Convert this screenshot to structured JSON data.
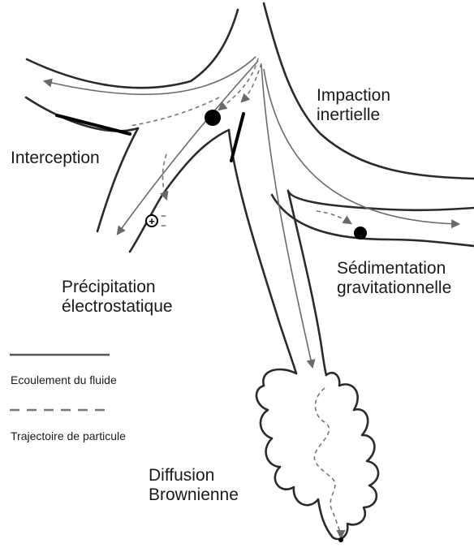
{
  "labels": {
    "impaction": [
      "Impaction",
      "inertielle"
    ],
    "interception": "Interception",
    "sedimentation": [
      "Sédimentation",
      "gravitationnelle"
    ],
    "precipitation": [
      "Précipitation",
      "électrostatique"
    ],
    "diffusion": [
      "Diffusion",
      "Brownienne"
    ]
  },
  "legend": {
    "fluid_flow": "Ecoulement du fluide",
    "particle_path": "Trajectoire de particule"
  },
  "colors": {
    "wall": "#2b2b2b",
    "flow": "#6a6a6a",
    "particle": "#000000"
  },
  "icons": [
    "particle-dot",
    "charged-particle-plus",
    "arrowhead"
  ]
}
